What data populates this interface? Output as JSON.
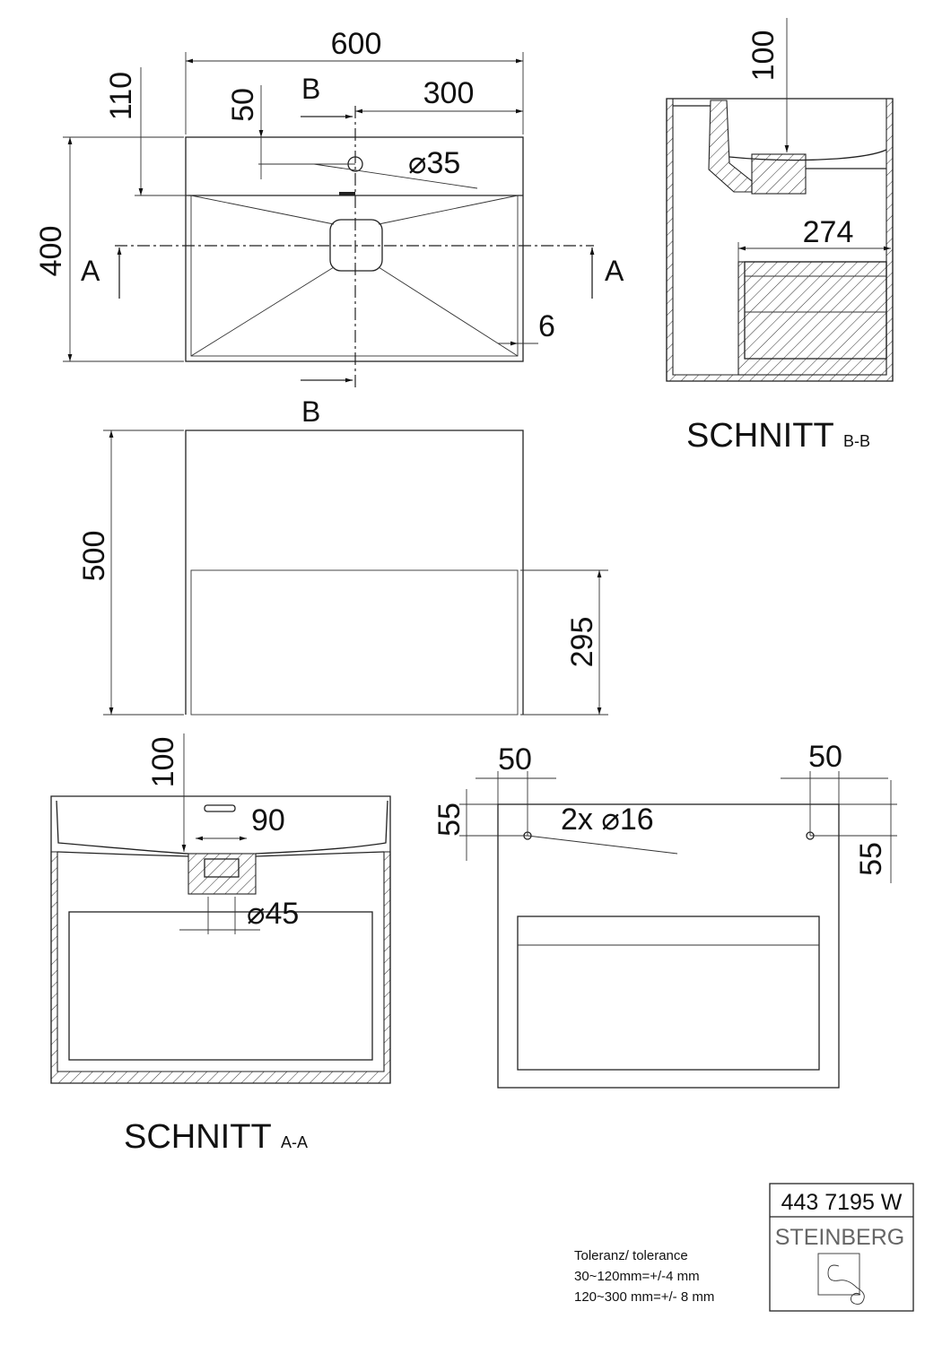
{
  "top_view": {
    "width_total": "600",
    "half_width": "300",
    "rim_depth": "110",
    "tap_offset": "50",
    "depth": "400",
    "tap_hole": "⌀35",
    "wall": "6",
    "section_b_top": "B",
    "section_b_bottom": "B",
    "section_a_left": "A",
    "section_a_right": "A"
  },
  "front_view": {
    "height_total": "500",
    "drawer_height": "295"
  },
  "section_bb": {
    "title": "SCHNITT",
    "suffix": "B-B",
    "basin_depth": "100",
    "drawer_depth": "274"
  },
  "section_aa": {
    "title": "SCHNITT",
    "suffix": "A-A",
    "basin_depth": "100",
    "overflow": "90",
    "drain": "⌀45"
  },
  "back_view": {
    "hole_offset_left": "50",
    "hole_offset_right": "50",
    "hole_height_left": "55",
    "hole_height_right": "55",
    "holes": "2x ⌀16"
  },
  "tolerance": {
    "title": "Toleranz/ tolerance",
    "line1": "30~120mm=+/-4 mm",
    "line2": "120~300 mm=+/- 8 mm"
  },
  "title_block": {
    "article_number": "443 7195 W",
    "brand": "STEINBERG",
    "logo": "steinberg-logo-icon"
  }
}
